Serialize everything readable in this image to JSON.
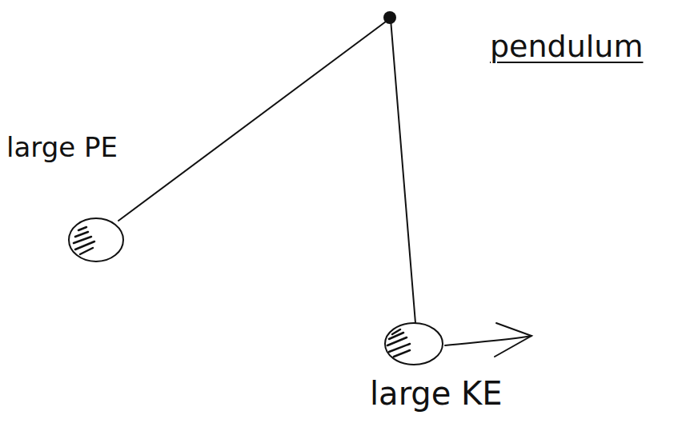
{
  "diagram": {
    "title": "pendulum",
    "labels": [
      "large PE",
      "large KE"
    ]
  }
}
